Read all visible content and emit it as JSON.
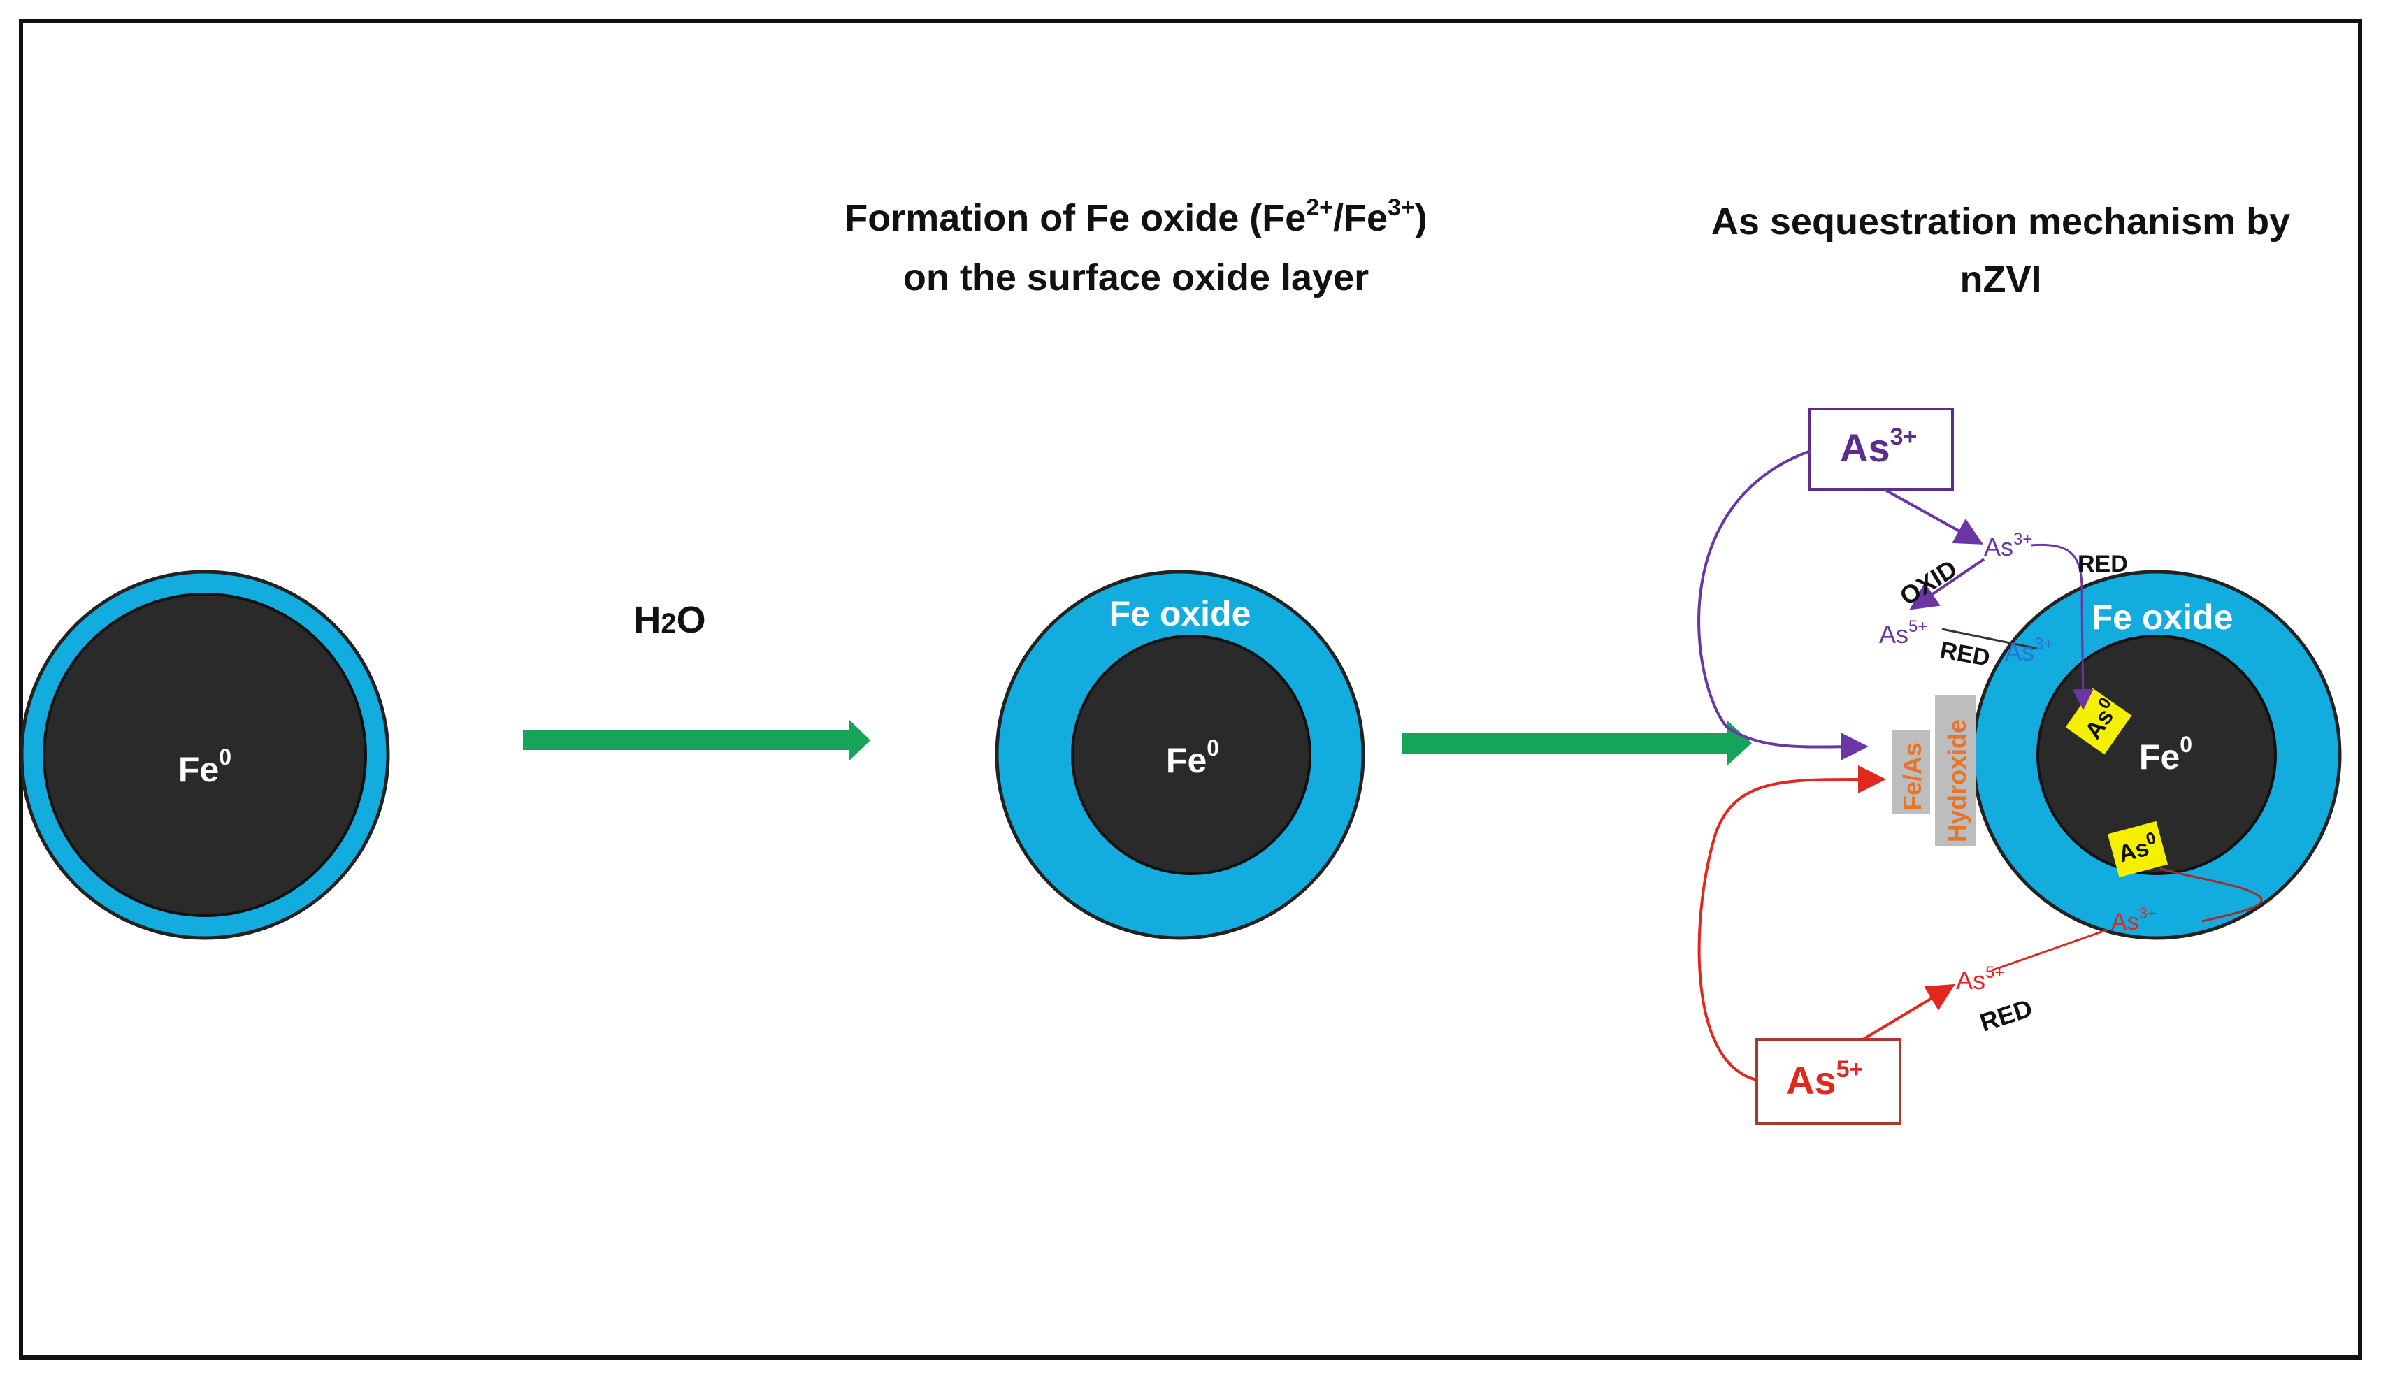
{
  "titles": {
    "middle_line1": "Formation of Fe oxide (Fe",
    "middle_sup1": "2+",
    "middle_slash": "/Fe",
    "middle_sup2": "3+",
    "middle_close": ")",
    "middle_line2": "on the surface oxide layer",
    "right_line1": "As sequestration mechanism by",
    "right_line2": "nZVI"
  },
  "water": {
    "main": "H",
    "sub": "2",
    "end": "O"
  },
  "particles": {
    "core_base": "Fe",
    "core_sup": "0",
    "oxide_label": "Fe oxide"
  },
  "mechanism": {
    "as3_box": {
      "base": "As",
      "sup": "3+"
    },
    "as5_box": {
      "base": "As",
      "sup": "5+"
    },
    "as3_small": {
      "base": "As",
      "sup": "3+"
    },
    "as5_small": {
      "base": "As",
      "sup": "5+"
    },
    "as3_inner": {
      "base": "As",
      "sup": "3+"
    },
    "as3_red_bottom": {
      "base": "As",
      "sup": "3+"
    },
    "as5_red_small": {
      "base": "As",
      "sup": "5+"
    },
    "oxid": "OXID",
    "red_top": "RED",
    "red_mid": "RED",
    "red_bottom": "RED",
    "hydroxide_left": "Fe/As",
    "hydroxide_right": "Hydroxide",
    "as0_a": {
      "base": "As",
      "sup": "0"
    },
    "as0_b": {
      "base": "As",
      "sup": "0"
    }
  },
  "colors": {
    "core": "#2a2a2a",
    "oxide": "#13acdf",
    "arrow_green": "#16a35a",
    "purple": "#5b2d8e",
    "red": "#e0281e",
    "blue": "#2f6fd8",
    "hydroxide_bg": "#bdbdbd",
    "hydroxide_text": "#e8742a",
    "as0_bg": "#f4f000"
  }
}
